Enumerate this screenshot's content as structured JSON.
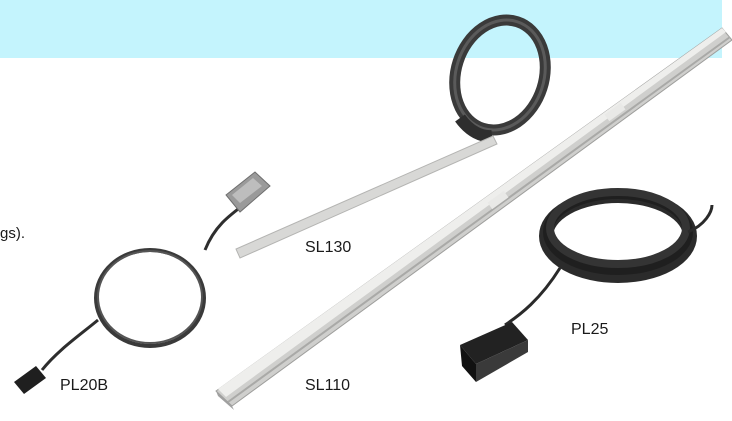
{
  "fragment_text": "gs).",
  "labels": {
    "sl130": "SL130",
    "sl110": "SL110",
    "pl25": "PL25",
    "pl20b": "PL20B"
  },
  "colors": {
    "banner": "#c4f4fd",
    "coil": "#2e2e2e",
    "scale_light": "#e4e4e2",
    "scale_mid": "#c8c8c6",
    "tape": "#d6d6d4"
  }
}
